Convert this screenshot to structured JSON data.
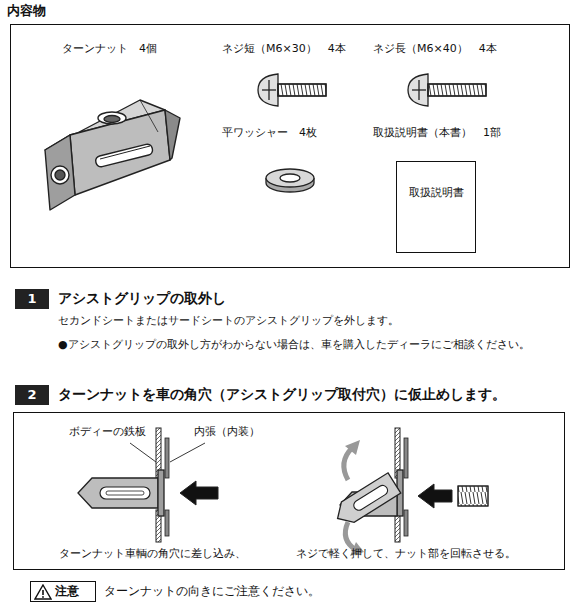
{
  "diagram": {
    "nodes": [
      {
        "text": [
          "内容物"
        ]
      },
      {
        "text": [
          "取扱説明書"
        ],
        "in": 0
      },
      {
        "text": [
          "1"
        ]
      },
      {
        "text": [
          "2"
        ]
      },
      {
        "text": [
          "ボディーの鉄板",
          "内張（内装）",
          "ターンナット車輌の角穴に差し込み、",
          "ネジで軽く押して、ナット部を回転させる。"
        ]
      },
      {
        "text": [
          "注意"
        ]
      }
    ],
    "labels": [
      "ターンナット　4個",
      "ネジ短（M6×30）　4本",
      "ネジ長（M6×40）　4本",
      "平ワッシャー　4枚",
      "取扱説明書（本書）　1部",
      "アシストグリップの取外し",
      "セカンドシートまたはサードシートのアシストグリップを外します。",
      "●アシストグリップの取外し方がわからない場合は、車を購入したディーラにご相談ください。",
      "ターンナットを車の角穴（アシストグリップ取付穴）に仮止めします。",
      "ターンナットの向きにご注意ください。"
    ]
  }
}
